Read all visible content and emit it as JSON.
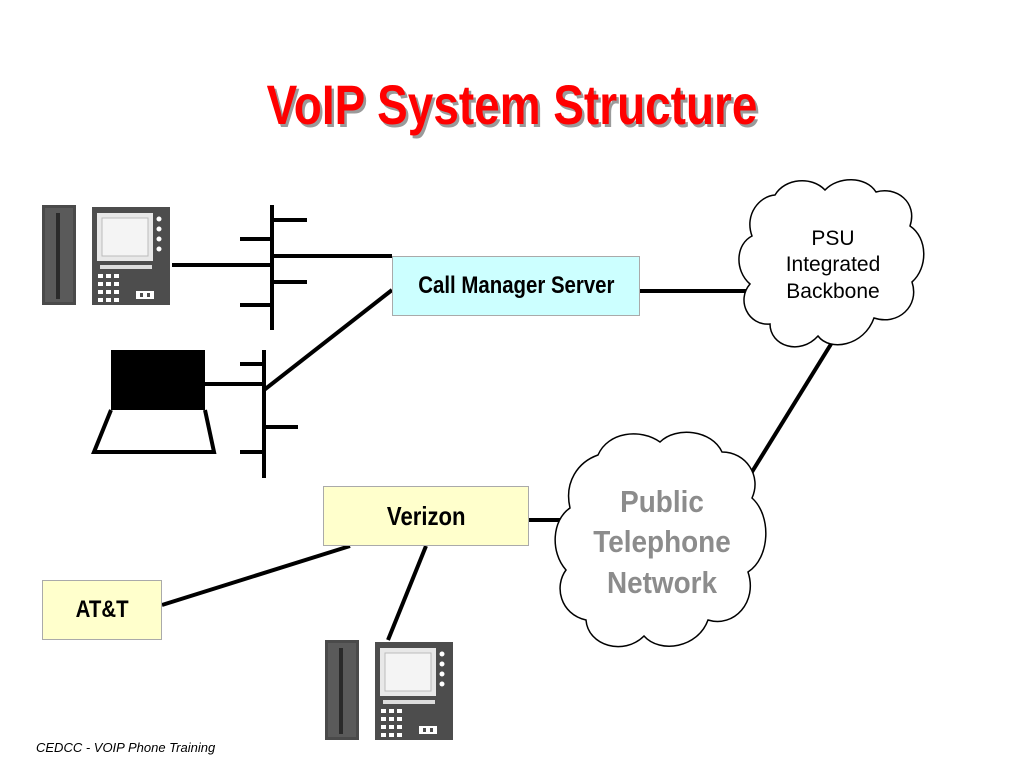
{
  "title": "VoIP System Structure",
  "nodes": {
    "call_manager": "Call Manager Server",
    "psu_cloud": [
      "PSU",
      "Integrated",
      "Backbone"
    ],
    "public_cloud": [
      "Public",
      "Telephone",
      "Network"
    ],
    "verizon": "Verizon",
    "att": "AT&T"
  },
  "phone_key_label": "",
  "footer": "CEDCC - VOIP Phone Training",
  "colors": {
    "title": "#ff0000",
    "call_manager_fill": "#ccffff",
    "carrier_fill": "#ffffcc",
    "public_cloud_text": "#8c8c8c"
  },
  "icons": [
    "ip-phone-icon",
    "laptop-icon",
    "cloud-icon"
  ]
}
